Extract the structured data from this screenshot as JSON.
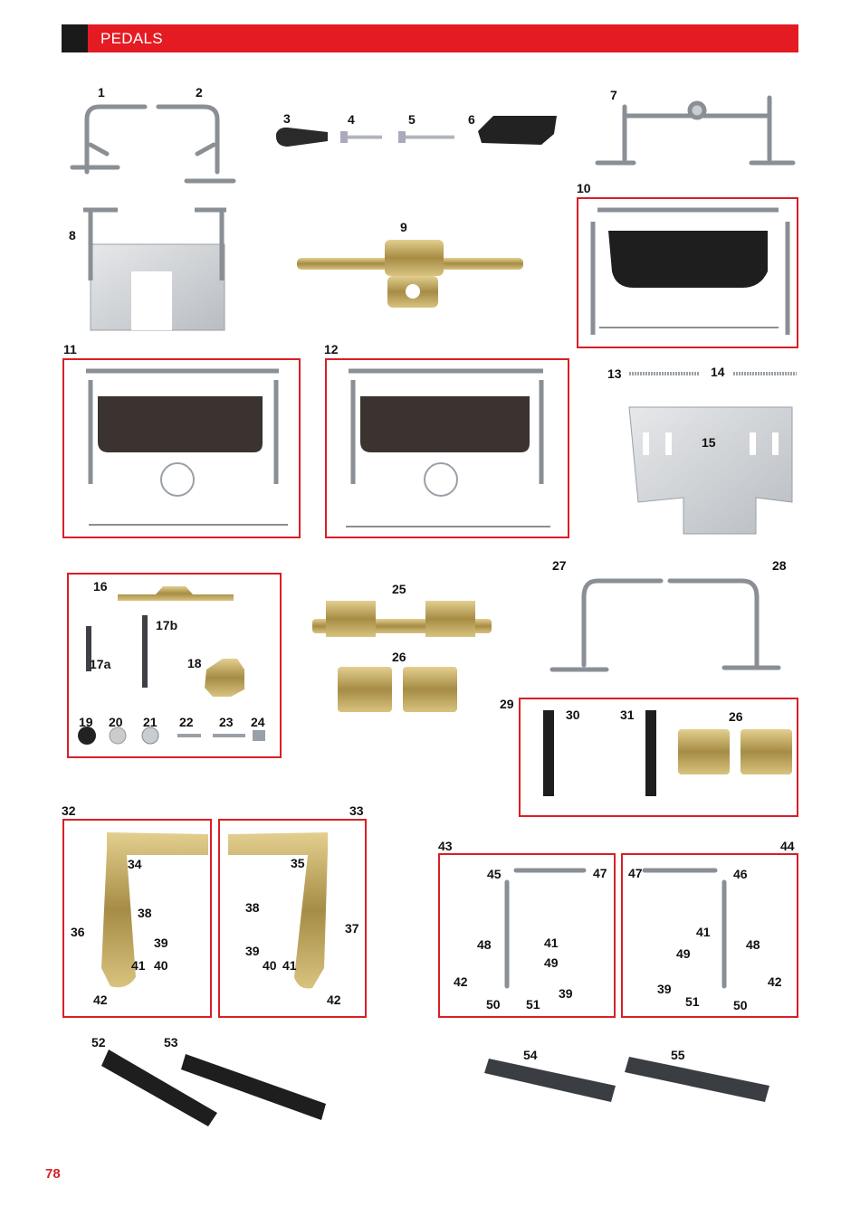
{
  "header": {
    "title": "PEDALS"
  },
  "page_number": "78",
  "labels": [
    {
      "id": "1",
      "t": "1"
    },
    {
      "id": "2",
      "t": "2"
    },
    {
      "id": "3",
      "t": "3"
    },
    {
      "id": "4",
      "t": "4"
    },
    {
      "id": "5",
      "t": "5"
    },
    {
      "id": "6",
      "t": "6"
    },
    {
      "id": "7",
      "t": "7"
    },
    {
      "id": "8",
      "t": "8"
    },
    {
      "id": "9",
      "t": "9"
    },
    {
      "id": "10",
      "t": "10"
    },
    {
      "id": "11",
      "t": "11"
    },
    {
      "id": "12",
      "t": "12"
    },
    {
      "id": "13",
      "t": "13"
    },
    {
      "id": "14",
      "t": "14"
    },
    {
      "id": "15",
      "t": "15"
    },
    {
      "id": "16",
      "t": "16"
    },
    {
      "id": "17a",
      "t": "17a"
    },
    {
      "id": "17b",
      "t": "17b"
    },
    {
      "id": "18",
      "t": "18"
    },
    {
      "id": "19",
      "t": "19"
    },
    {
      "id": "20",
      "t": "20"
    },
    {
      "id": "21",
      "t": "21"
    },
    {
      "id": "22",
      "t": "22"
    },
    {
      "id": "23",
      "t": "23"
    },
    {
      "id": "24",
      "t": "24"
    },
    {
      "id": "25",
      "t": "25"
    },
    {
      "id": "26a",
      "t": "26"
    },
    {
      "id": "27",
      "t": "27"
    },
    {
      "id": "28",
      "t": "28"
    },
    {
      "id": "29",
      "t": "29"
    },
    {
      "id": "30",
      "t": "30"
    },
    {
      "id": "31",
      "t": "31"
    },
    {
      "id": "26b",
      "t": "26"
    },
    {
      "id": "32",
      "t": "32"
    },
    {
      "id": "33",
      "t": "33"
    },
    {
      "id": "34",
      "t": "34"
    },
    {
      "id": "35",
      "t": "35"
    },
    {
      "id": "36",
      "t": "36"
    },
    {
      "id": "37",
      "t": "37"
    },
    {
      "id": "38a",
      "t": "38"
    },
    {
      "id": "38b",
      "t": "38"
    },
    {
      "id": "39a",
      "t": "39"
    },
    {
      "id": "39b",
      "t": "39"
    },
    {
      "id": "40a",
      "t": "40"
    },
    {
      "id": "40b",
      "t": "40"
    },
    {
      "id": "41a",
      "t": "41"
    },
    {
      "id": "41b",
      "t": "41"
    },
    {
      "id": "42a",
      "t": "42"
    },
    {
      "id": "42b",
      "t": "42"
    },
    {
      "id": "43",
      "t": "43"
    },
    {
      "id": "44",
      "t": "44"
    },
    {
      "id": "45",
      "t": "45"
    },
    {
      "id": "46",
      "t": "46"
    },
    {
      "id": "47a",
      "t": "47"
    },
    {
      "id": "47b",
      "t": "47"
    },
    {
      "id": "48a",
      "t": "48"
    },
    {
      "id": "48b",
      "t": "48"
    },
    {
      "id": "41c",
      "t": "41"
    },
    {
      "id": "41d",
      "t": "41"
    },
    {
      "id": "49a",
      "t": "49"
    },
    {
      "id": "49b",
      "t": "49"
    },
    {
      "id": "42c",
      "t": "42"
    },
    {
      "id": "42d",
      "t": "42"
    },
    {
      "id": "50a",
      "t": "50"
    },
    {
      "id": "50b",
      "t": "50"
    },
    {
      "id": "51a",
      "t": "51"
    },
    {
      "id": "51b",
      "t": "51"
    },
    {
      "id": "39c",
      "t": "39"
    },
    {
      "id": "39d",
      "t": "39"
    },
    {
      "id": "52",
      "t": "52"
    },
    {
      "id": "53",
      "t": "53"
    },
    {
      "id": "54",
      "t": "54"
    },
    {
      "id": "55",
      "t": "55"
    }
  ],
  "colors": {
    "accent": "#e41b23",
    "dark": "#1a1a1a",
    "chrome": "#b8bcc2",
    "gold": "#b59a52",
    "plate": "#cfd2d6"
  }
}
